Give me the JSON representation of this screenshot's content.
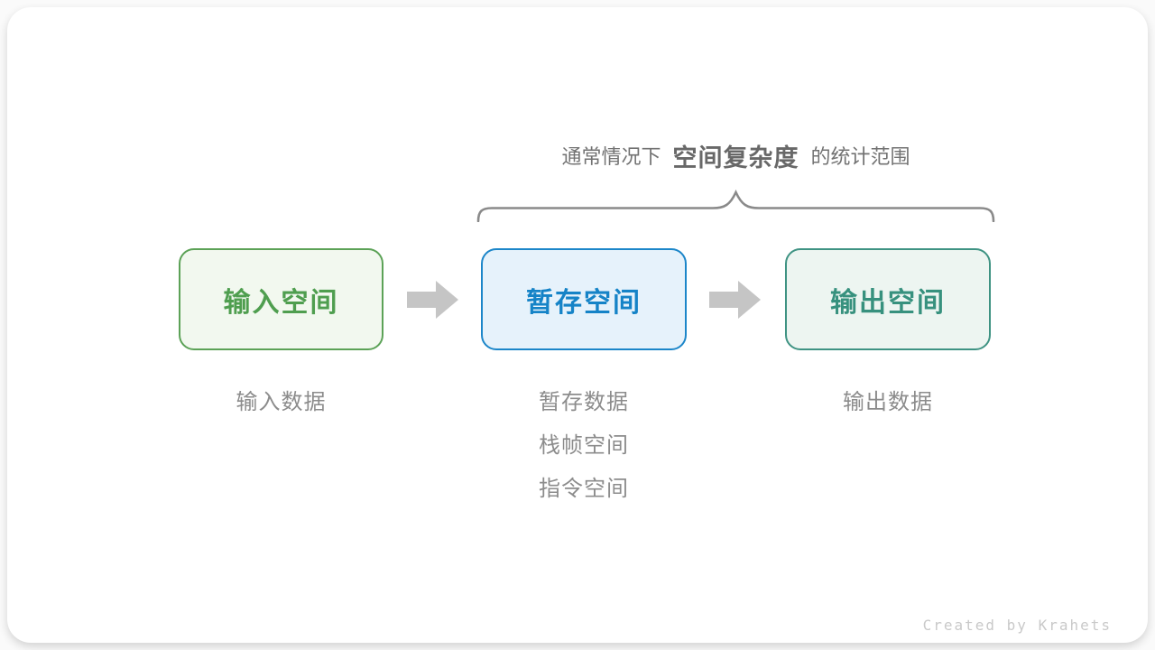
{
  "caption": {
    "prefix": "通常情况下",
    "highlight": "空间复杂度",
    "suffix": "的统计范围"
  },
  "nodes": [
    {
      "id": "input-space",
      "label": "输入空间",
      "border": "#5ca257",
      "fill": "#f2f8ef",
      "text": "#4f9e4f"
    },
    {
      "id": "temp-space",
      "label": "暂存空间",
      "border": "#1c86c9",
      "fill": "#e6f2fb",
      "text": "#1583c7"
    },
    {
      "id": "output-space",
      "label": "输出空间",
      "border": "#3f9383",
      "fill": "#edf5f1",
      "text": "#37917e"
    }
  ],
  "sublabels": {
    "input": [
      "输入数据"
    ],
    "temp": [
      "暂存数据",
      "栈帧空间",
      "指令空间"
    ],
    "output": [
      "输出数据"
    ]
  },
  "colors": {
    "arrow": "#c5c5c5",
    "brace": "#8a8a8a",
    "caption_text": "#727272",
    "sublabel_text": "#8c8c8c",
    "card_background": "#ffffff"
  },
  "credit": "Created by Krahets"
}
